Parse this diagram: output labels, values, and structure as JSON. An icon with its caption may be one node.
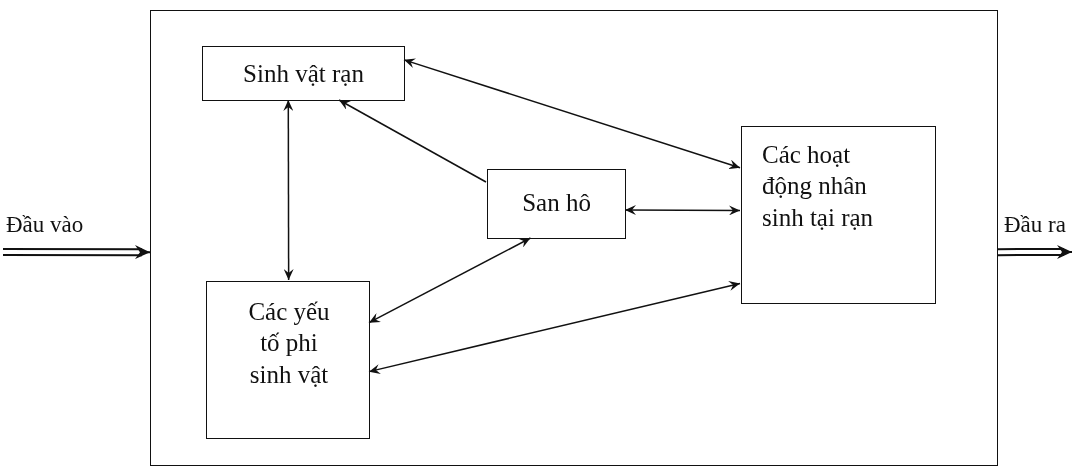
{
  "diagram": {
    "nodes": [
      {
        "text": [],
        "shape": "box"
      },
      {
        "text": [
          "Sinh vật rạn"
        ],
        "in": 0
      },
      {
        "text": [
          "San hô"
        ],
        "in": 0
      },
      {
        "text": [
          "Các hoạt động nhân sinh tại rạn"
        ],
        "in": 0
      },
      {
        "text": [
          "Các yếu tố phi sinh vật"
        ],
        "in": 0
      }
    ],
    "edges": [
      {
        "from": null,
        "to": 0,
        "arrow": "to",
        "label": "Đầu vào"
      },
      {
        "from": 1,
        "to": 3,
        "arrow": "both"
      },
      {
        "from": 2,
        "to": 1,
        "arrow": "to"
      },
      {
        "from": 1,
        "to": 4,
        "arrow": "both"
      },
      {
        "from": 2,
        "to": 3,
        "arrow": "both"
      },
      {
        "from": 4,
        "to": 2,
        "arrow": "both"
      },
      {
        "from": 4,
        "to": 3,
        "arrow": "both"
      },
      {
        "from": 0,
        "to": null,
        "arrow": "to",
        "label": "Đầu ra"
      }
    ]
  }
}
